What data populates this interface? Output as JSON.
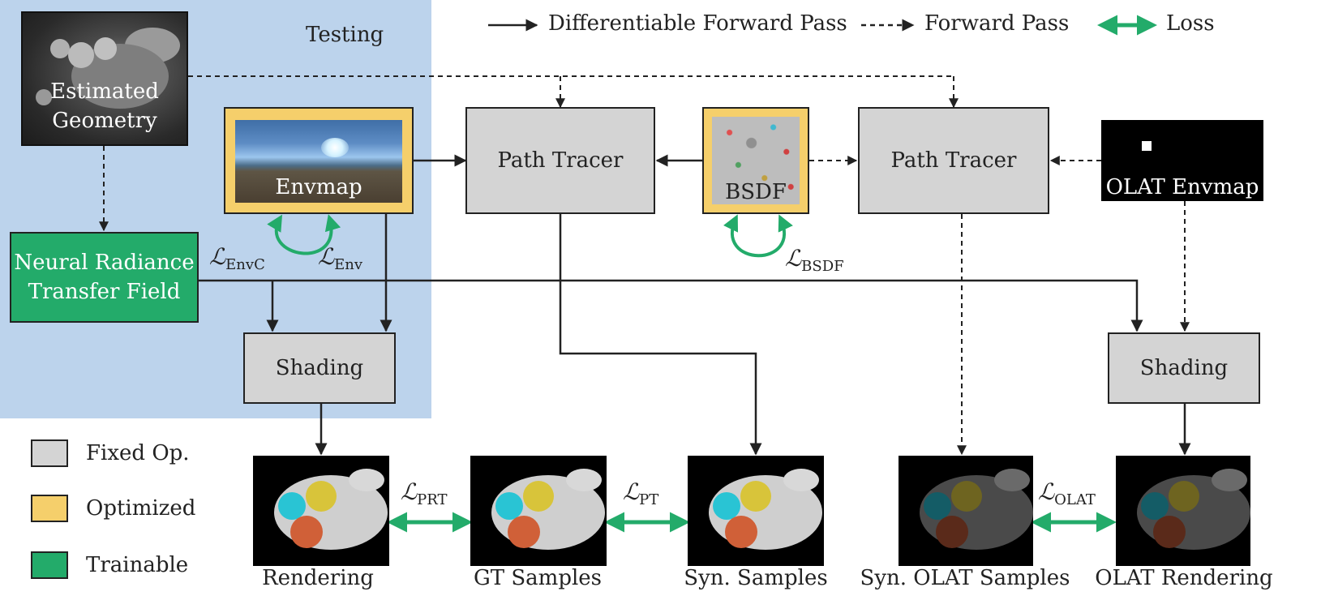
{
  "legend_top": {
    "diff_forward": "Differentiable Forward Pass",
    "forward": "Forward Pass",
    "loss": "Loss"
  },
  "testing_label": "Testing",
  "nodes": {
    "geometry_line1": "Estimated",
    "geometry_line2": "Geometry",
    "envmap": "Envmap",
    "path_tracer_1": "Path Tracer",
    "bsdf": "BSDF",
    "path_tracer_2": "Path Tracer",
    "olat_envmap": "OLAT Envmap",
    "nrtf_line1": "Neural Radiance",
    "nrtf_line2": "Transfer Field",
    "shading_1": "Shading",
    "shading_2": "Shading"
  },
  "losses": {
    "envc": {
      "sym": "ℒ",
      "sub": "EnvC"
    },
    "env": {
      "sym": "ℒ",
      "sub": "Env"
    },
    "bsdf": {
      "sym": "ℒ",
      "sub": "BSDF"
    },
    "prt": {
      "sym": "ℒ",
      "sub": "PRT"
    },
    "pt": {
      "sym": "ℒ",
      "sub": "PT"
    },
    "olat": {
      "sym": "ℒ",
      "sub": "OLAT"
    }
  },
  "outputs": {
    "rendering": "Rendering",
    "gt": "GT Samples",
    "syn": "Syn. Samples",
    "syn_olat": "Syn. OLAT Samples",
    "olat_rendering": "OLAT Rendering"
  },
  "legend_bottom": {
    "fixed": "Fixed Op.",
    "optimized": "Optimized",
    "trainable": "Trainable"
  },
  "colors": {
    "testing_bg": "#bcd3ec",
    "fixed": "#d4d4d4",
    "optimized": "#f5cf6b",
    "trainable": "#23ab6a",
    "loss_arrow": "#23ab6a"
  }
}
